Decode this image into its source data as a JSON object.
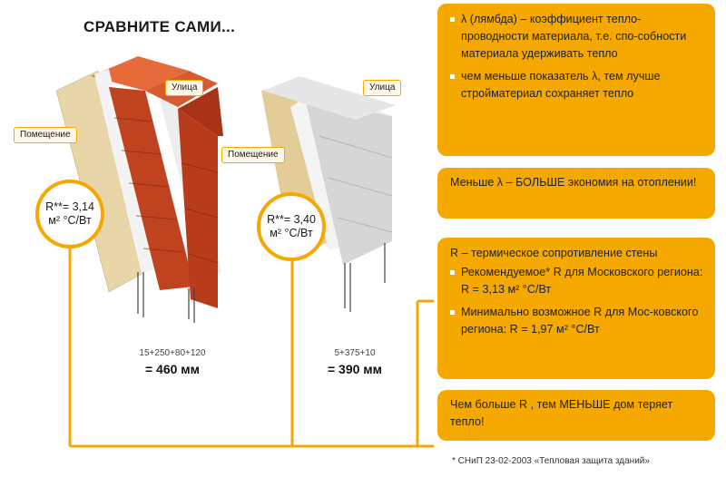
{
  "title": "СРАВНИТЕ САМИ...",
  "walls": [
    {
      "outside_label": "Улица",
      "inside_label": "Помещение",
      "r_line1": "R**= 3,14",
      "r_line2": "м² °С/Вт",
      "formula": "15+250+80+120",
      "total": "= 460 мм"
    },
    {
      "outside_label": "Улица",
      "inside_label": "Помещение",
      "r_line1": "R**= 3,40",
      "r_line2": "м² °С/Вт",
      "formula": "5+375+10",
      "total": "= 390 мм"
    }
  ],
  "cards": {
    "lambda_items": [
      "λ (лямбда) – коэффициент тепло-проводности материала, т.е. спо-собности материала удерживать тепло",
      "чем меньше показатель λ, тем лучше стройматериал сохраняет тепло"
    ],
    "lambda_summary": "Меньше λ – БОЛЬШЕ экономия на отоплении!",
    "r_lead": "R – термическое сопротивление стены",
    "r_items": [
      "Рекомендуемое* R для Московского региона: R = 3,13 м² °С/Вт",
      "Минимально возможное R для Мос-ковского региона: R = 1,97 м² °С/Вт"
    ],
    "r_summary": "Чем больше R , тем МЕНЬШЕ дом теряет тепло!"
  },
  "footnote": "* СНиП 23-02-2003 «Тепловая защита зданий»",
  "colors": {
    "accent": "#f5a800",
    "brick": "#c0431f",
    "block": "#dcdcdc",
    "plaster": "#e8d6a8"
  }
}
